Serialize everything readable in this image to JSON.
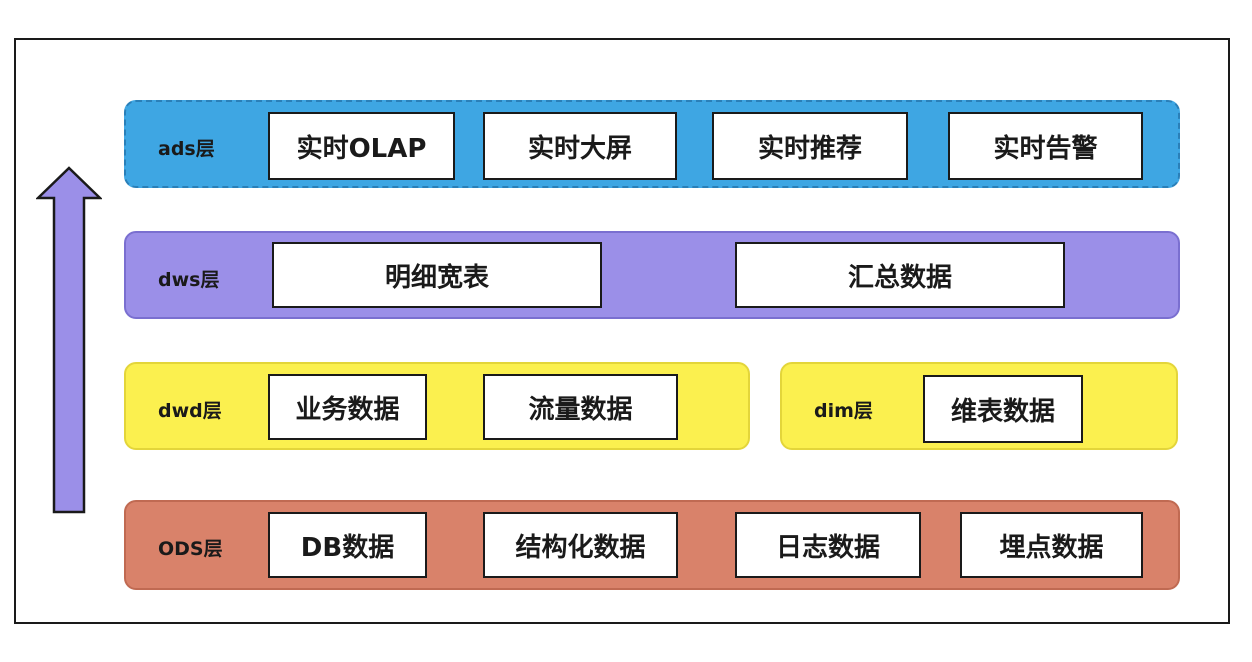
{
  "colors": {
    "ads": "#3ea6e3",
    "dws": "#9b8fe8",
    "dwd": "#fbf04f",
    "dim": "#fbf04f",
    "ods": "#d9826a",
    "arrow": "#9b8fe8"
  },
  "arrow": {
    "icon": "up-arrow-icon"
  },
  "layers": {
    "ads": {
      "label": "ads层",
      "boxes": [
        "实时OLAP",
        "实时大屏",
        "实时推荐",
        "实时告警"
      ]
    },
    "dws": {
      "label": "dws层",
      "boxes": [
        "明细宽表",
        "汇总数据"
      ]
    },
    "dwd": {
      "label": "dwd层",
      "boxes": [
        "业务数据",
        "流量数据"
      ]
    },
    "dim": {
      "label": "dim层",
      "boxes": [
        "维表数据"
      ]
    },
    "ods": {
      "label": "ODS层",
      "boxes": [
        "DB数据",
        "结构化数据",
        "日志数据",
        "埋点数据"
      ]
    }
  }
}
